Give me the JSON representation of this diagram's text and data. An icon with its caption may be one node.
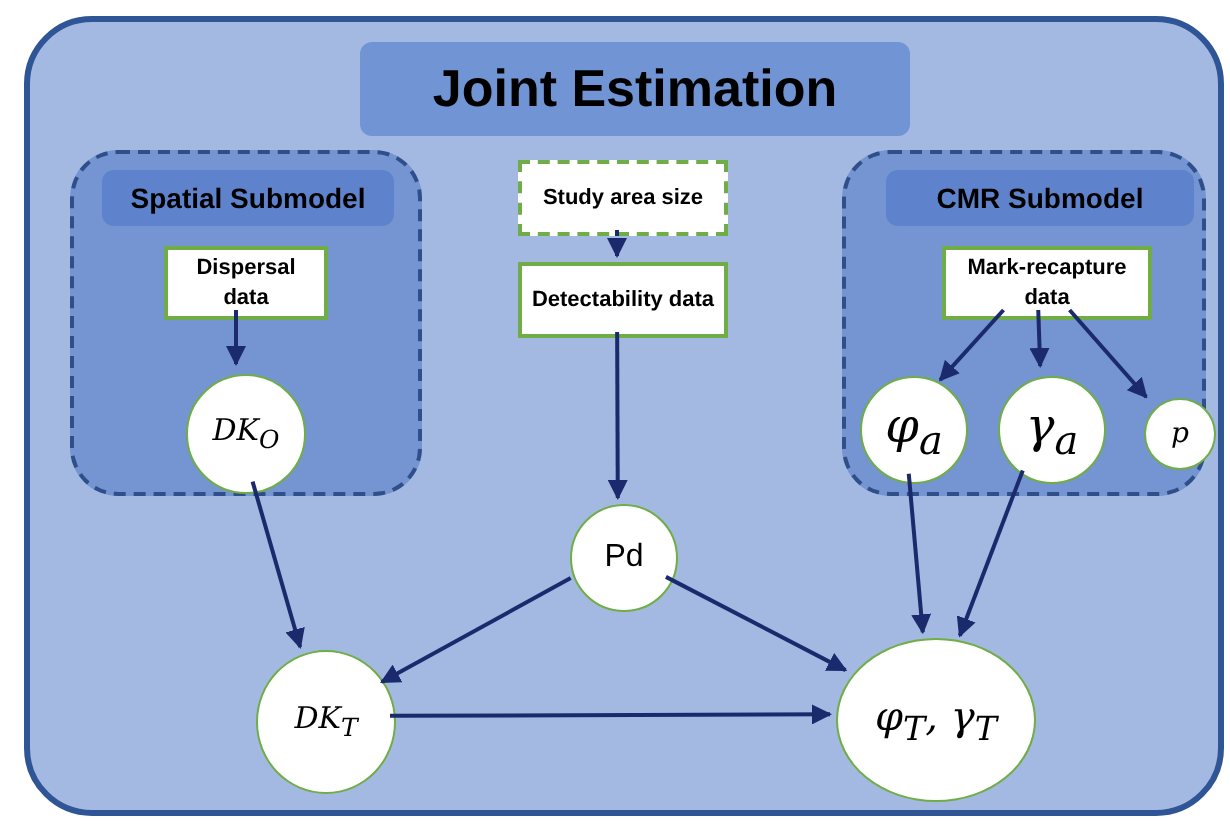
{
  "diagram": {
    "nodes": [
      {
        "text": [
          "Joint Estimation"
        ]
      },
      {
        "text": [
          "Spatial Submodel"
        ],
        "in": 0
      },
      {
        "text": [
          "Dispersal data"
        ],
        "in": 1
      },
      {
        "text": [
          "DK$_{O}$"
        ],
        "in": 1
      },
      {
        "text": [
          "Study area size"
        ],
        "in": 0
      },
      {
        "text": [
          "Detectability data"
        ],
        "in": 0
      },
      {
        "text": [
          "CMR Submodel"
        ],
        "in": 0
      },
      {
        "text": [
          "Mark-recapture data"
        ],
        "in": 6
      },
      {
        "text": [
          "φ$_{a}$"
        ],
        "in": 6
      },
      {
        "text": [
          "γ$_{a}$"
        ],
        "in": 6
      },
      {
        "text": [
          "p"
        ],
        "in": 6
      },
      {
        "text": [
          "Pd"
        ],
        "in": 0
      },
      {
        "text": [
          "DK$_{T}$"
        ],
        "in": 0
      },
      {
        "text": [
          "φ$_{T}$, γ$_{T}$"
        ],
        "in": 0
      }
    ],
    "edges": [
      {
        "from": 2,
        "to": 3,
        "arrow": "to"
      },
      {
        "from": 4,
        "to": 5,
        "arrow": "to",
        "style": "dashed"
      },
      {
        "from": 5,
        "to": 11,
        "arrow": "to"
      },
      {
        "from": 7,
        "to": 8,
        "arrow": "to"
      },
      {
        "from": 7,
        "to": 9,
        "arrow": "to"
      },
      {
        "from": 7,
        "to": 10,
        "arrow": "to"
      },
      {
        "from": 3,
        "to": 12,
        "arrow": "to"
      },
      {
        "from": 11,
        "to": 12,
        "arrow": "to"
      },
      {
        "from": 11,
        "to": 13,
        "arrow": "to"
      },
      {
        "from": 8,
        "to": 13,
        "arrow": "to"
      },
      {
        "from": 9,
        "to": 13,
        "arrow": "to"
      },
      {
        "from": 12,
        "to": 13,
        "arrow": "to"
      }
    ]
  }
}
